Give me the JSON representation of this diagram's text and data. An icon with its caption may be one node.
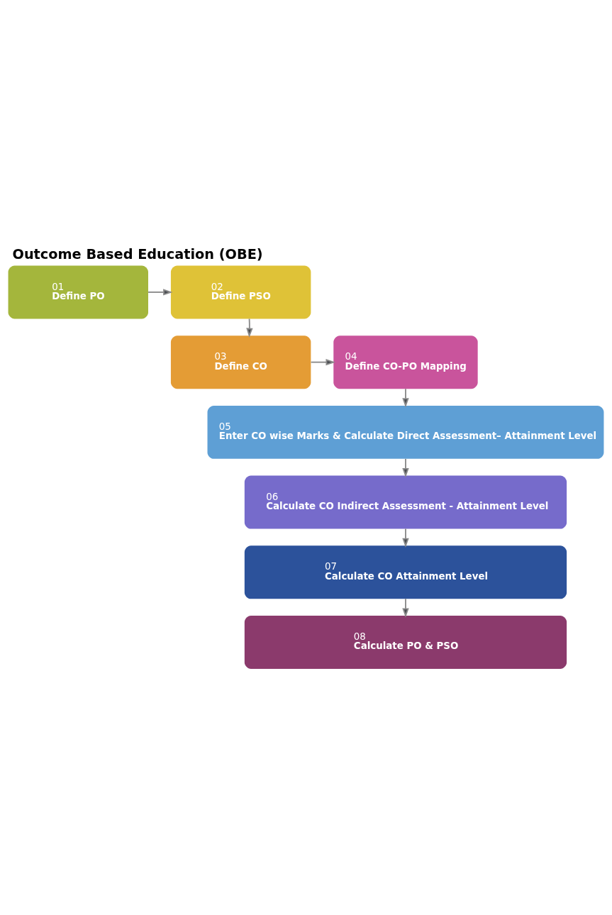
{
  "diagram": {
    "title": "Outcome Based Education (OBE)",
    "nodes": [
      {
        "text": [
          "01",
          "Define PO"
        ]
      },
      {
        "text": [
          "02",
          "Define PSO"
        ]
      },
      {
        "text": [
          "03",
          "Define CO"
        ]
      },
      {
        "text": [
          "04",
          "Define CO-PO Mapping"
        ]
      },
      {
        "text": [
          "05",
          "Enter CO wise Marks & Calculate Direct Assessment– Attainment Level"
        ]
      },
      {
        "text": [
          "06",
          "Calculate CO Indirect Assessment - Attainment Level"
        ]
      },
      {
        "text": [
          "07",
          "Calculate CO Attainment Level"
        ]
      },
      {
        "text": [
          "08",
          "Calculate PO & PSO"
        ]
      }
    ],
    "edges": [
      {
        "from": 0,
        "to": 1,
        "arrow": "to"
      },
      {
        "from": 1,
        "to": 2,
        "arrow": "to"
      },
      {
        "from": 2,
        "to": 3,
        "arrow": "to"
      },
      {
        "from": 3,
        "to": 4,
        "arrow": "to"
      },
      {
        "from": 4,
        "to": 5,
        "arrow": "to"
      },
      {
        "from": 5,
        "to": 6,
        "arrow": "to"
      },
      {
        "from": 6,
        "to": 7,
        "arrow": "to"
      }
    ]
  }
}
